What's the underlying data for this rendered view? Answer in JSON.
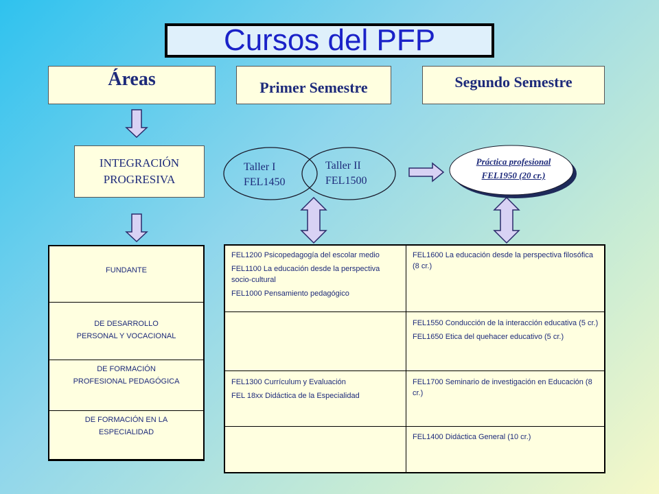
{
  "title": "Cursos del PFP",
  "headers": {
    "areas": "Áreas",
    "primer_semestre": "Primer Semestre",
    "segundo_semestre": "Segundo Semestre"
  },
  "integracion": {
    "line1": "INTEGRACIÓN",
    "line2": "PROGRESIVA"
  },
  "talleres": {
    "taller1_name": "Taller I",
    "taller1_code": "FEL1450",
    "taller2_name": "Taller II",
    "taller2_code": "FEL1500"
  },
  "practica": {
    "line1": "Práctica profesional",
    "line2": "FEL1950 (20 cr.)"
  },
  "areas_list": [
    {
      "line1": "FUNDANTE",
      "line2": ""
    },
    {
      "line1": "DE DESARROLLO",
      "line2": "PERSONAL  Y VOCACIONAL"
    },
    {
      "line1": "DE FORMACIÓN",
      "line2": "PROFESIONAL  PEDAGÓGICA"
    },
    {
      "line1": "DE FORMACIÓN  EN LA",
      "line2": "ESPECIALIDAD"
    }
  ],
  "course_rows": [
    {
      "primer": [
        "FEL1200 Psicopedagogía del escolar medio",
        "FEL1100 La educación desde la perspectiva socio-cultural",
        "FEL1000 Pensamiento pedagógico"
      ],
      "segundo": [
        "FEL1600 La educación desde la perspectiva filosófica (8 cr.)"
      ]
    },
    {
      "primer": [],
      "segundo": [
        "FEL1550 Conducción de la interacción educativa (5 cr.)",
        "FEL1650 Etica del quehacer educativo (5 cr.)"
      ]
    },
    {
      "primer": [
        "FEL1300 Currículum  y Evaluación",
        "FEL 18xx Didáctica de la Especialidad"
      ],
      "segundo": [
        "FEL1700 Seminario de investigación en Educación (8 cr.)"
      ]
    },
    {
      "primer": [],
      "segundo": [
        "FEL1400 Didáctica General  (10 cr.)"
      ]
    }
  ]
}
